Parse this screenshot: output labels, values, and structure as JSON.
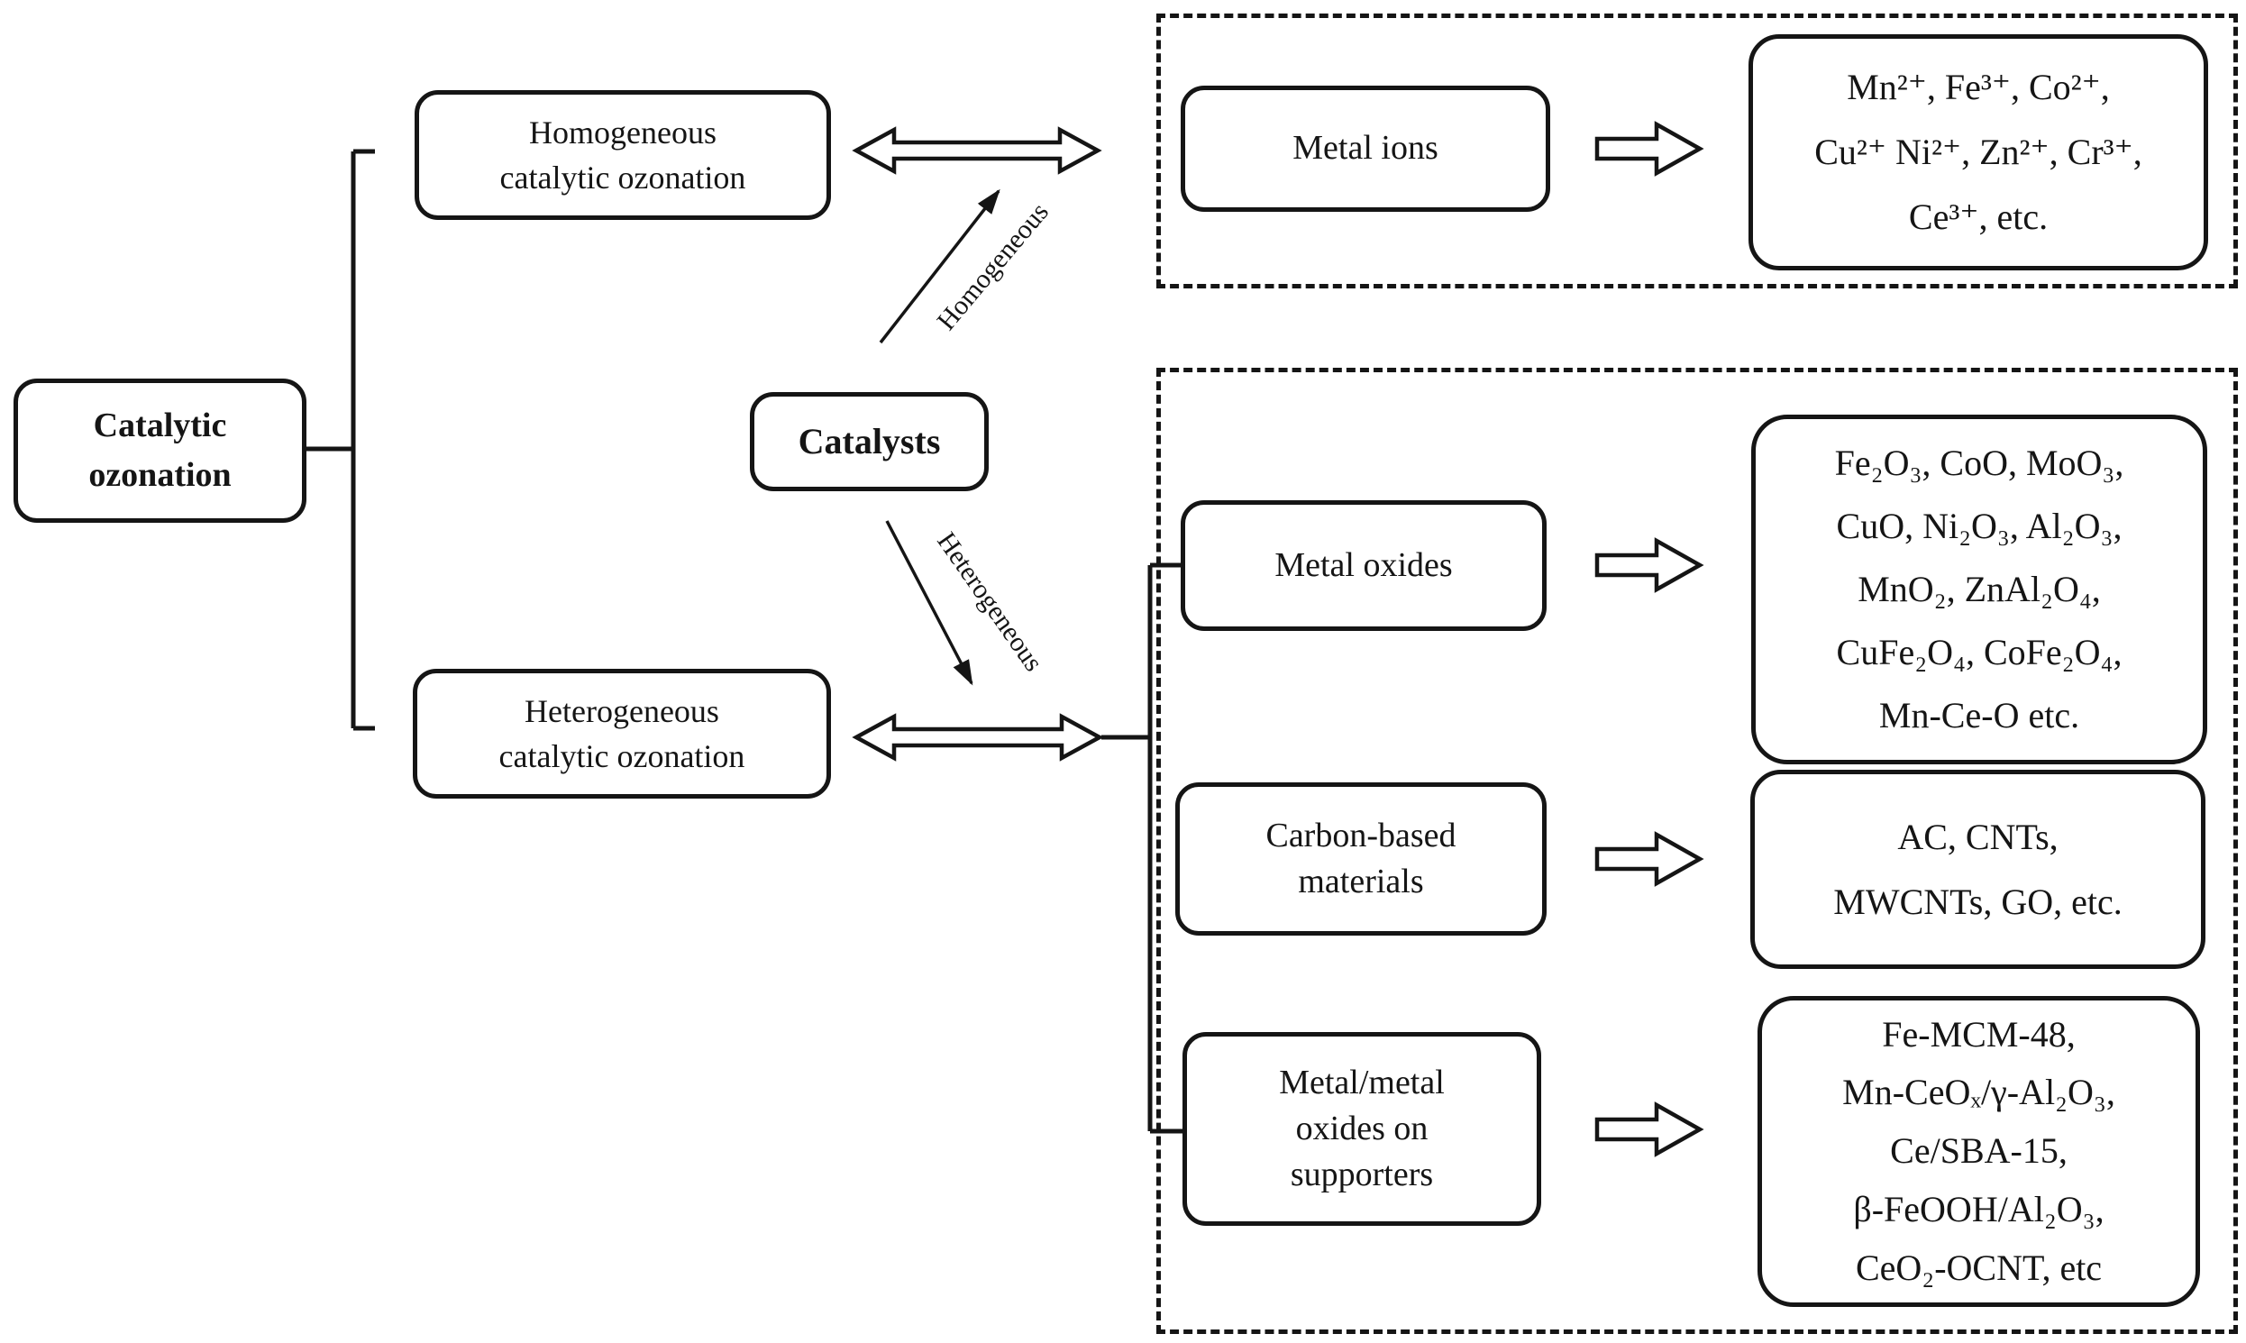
{
  "figure": {
    "colors": {
      "ink": "#151515",
      "background": "#ffffff"
    },
    "root": {
      "line1": "Catalytic",
      "line2": "ozonation"
    },
    "catalysts_label": "Catalysts",
    "branch_homogeneous": {
      "line1": "Homogeneous",
      "line2": "catalytic ozonation"
    },
    "branch_heterogeneous": {
      "line1": "Heterogeneous",
      "line2": "catalytic ozonation"
    },
    "arrow_label_homogeneous": "Homogeneous",
    "arrow_label_heterogeneous": "Heterogeneous",
    "metal_ions": {
      "category": "Metal ions",
      "examples_line1": "Mn²⁺, Fe³⁺, Co²⁺,",
      "examples_line2": "Cu²⁺ Ni²⁺, Zn²⁺, Cr³⁺,",
      "examples_line3": "Ce³⁺, etc."
    },
    "metal_oxides": {
      "category": "Metal oxides",
      "examples_line1": "Fe₂O₃, CoO, MoO₃,",
      "examples_line2": "CuO, Ni₂O₃, Al₂O₃,",
      "examples_line3": "MnO₂, ZnAl₂O₄,",
      "examples_line4": "CuFe₂O₄, CoFe₂O₄,",
      "examples_line5": "Mn-Ce-O etc."
    },
    "carbon_based": {
      "category_line1": "Carbon-based",
      "category_line2": "materials",
      "examples_line1": "AC, CNTs,",
      "examples_line2": "MWCNTs, GO, etc."
    },
    "supported": {
      "category_line1": "Metal/metal",
      "category_line2": "oxides on",
      "category_line3": "supporters",
      "examples_line1": "Fe-MCM-48,",
      "examples_line2": "Mn-CeOₓ/γ-Al₂O₃,",
      "examples_line3": "Ce/SBA-15,",
      "examples_line4": "β-FeOOH/Al₂O₃,",
      "examples_line5": "CeO₂-OCNT, etc"
    }
  }
}
